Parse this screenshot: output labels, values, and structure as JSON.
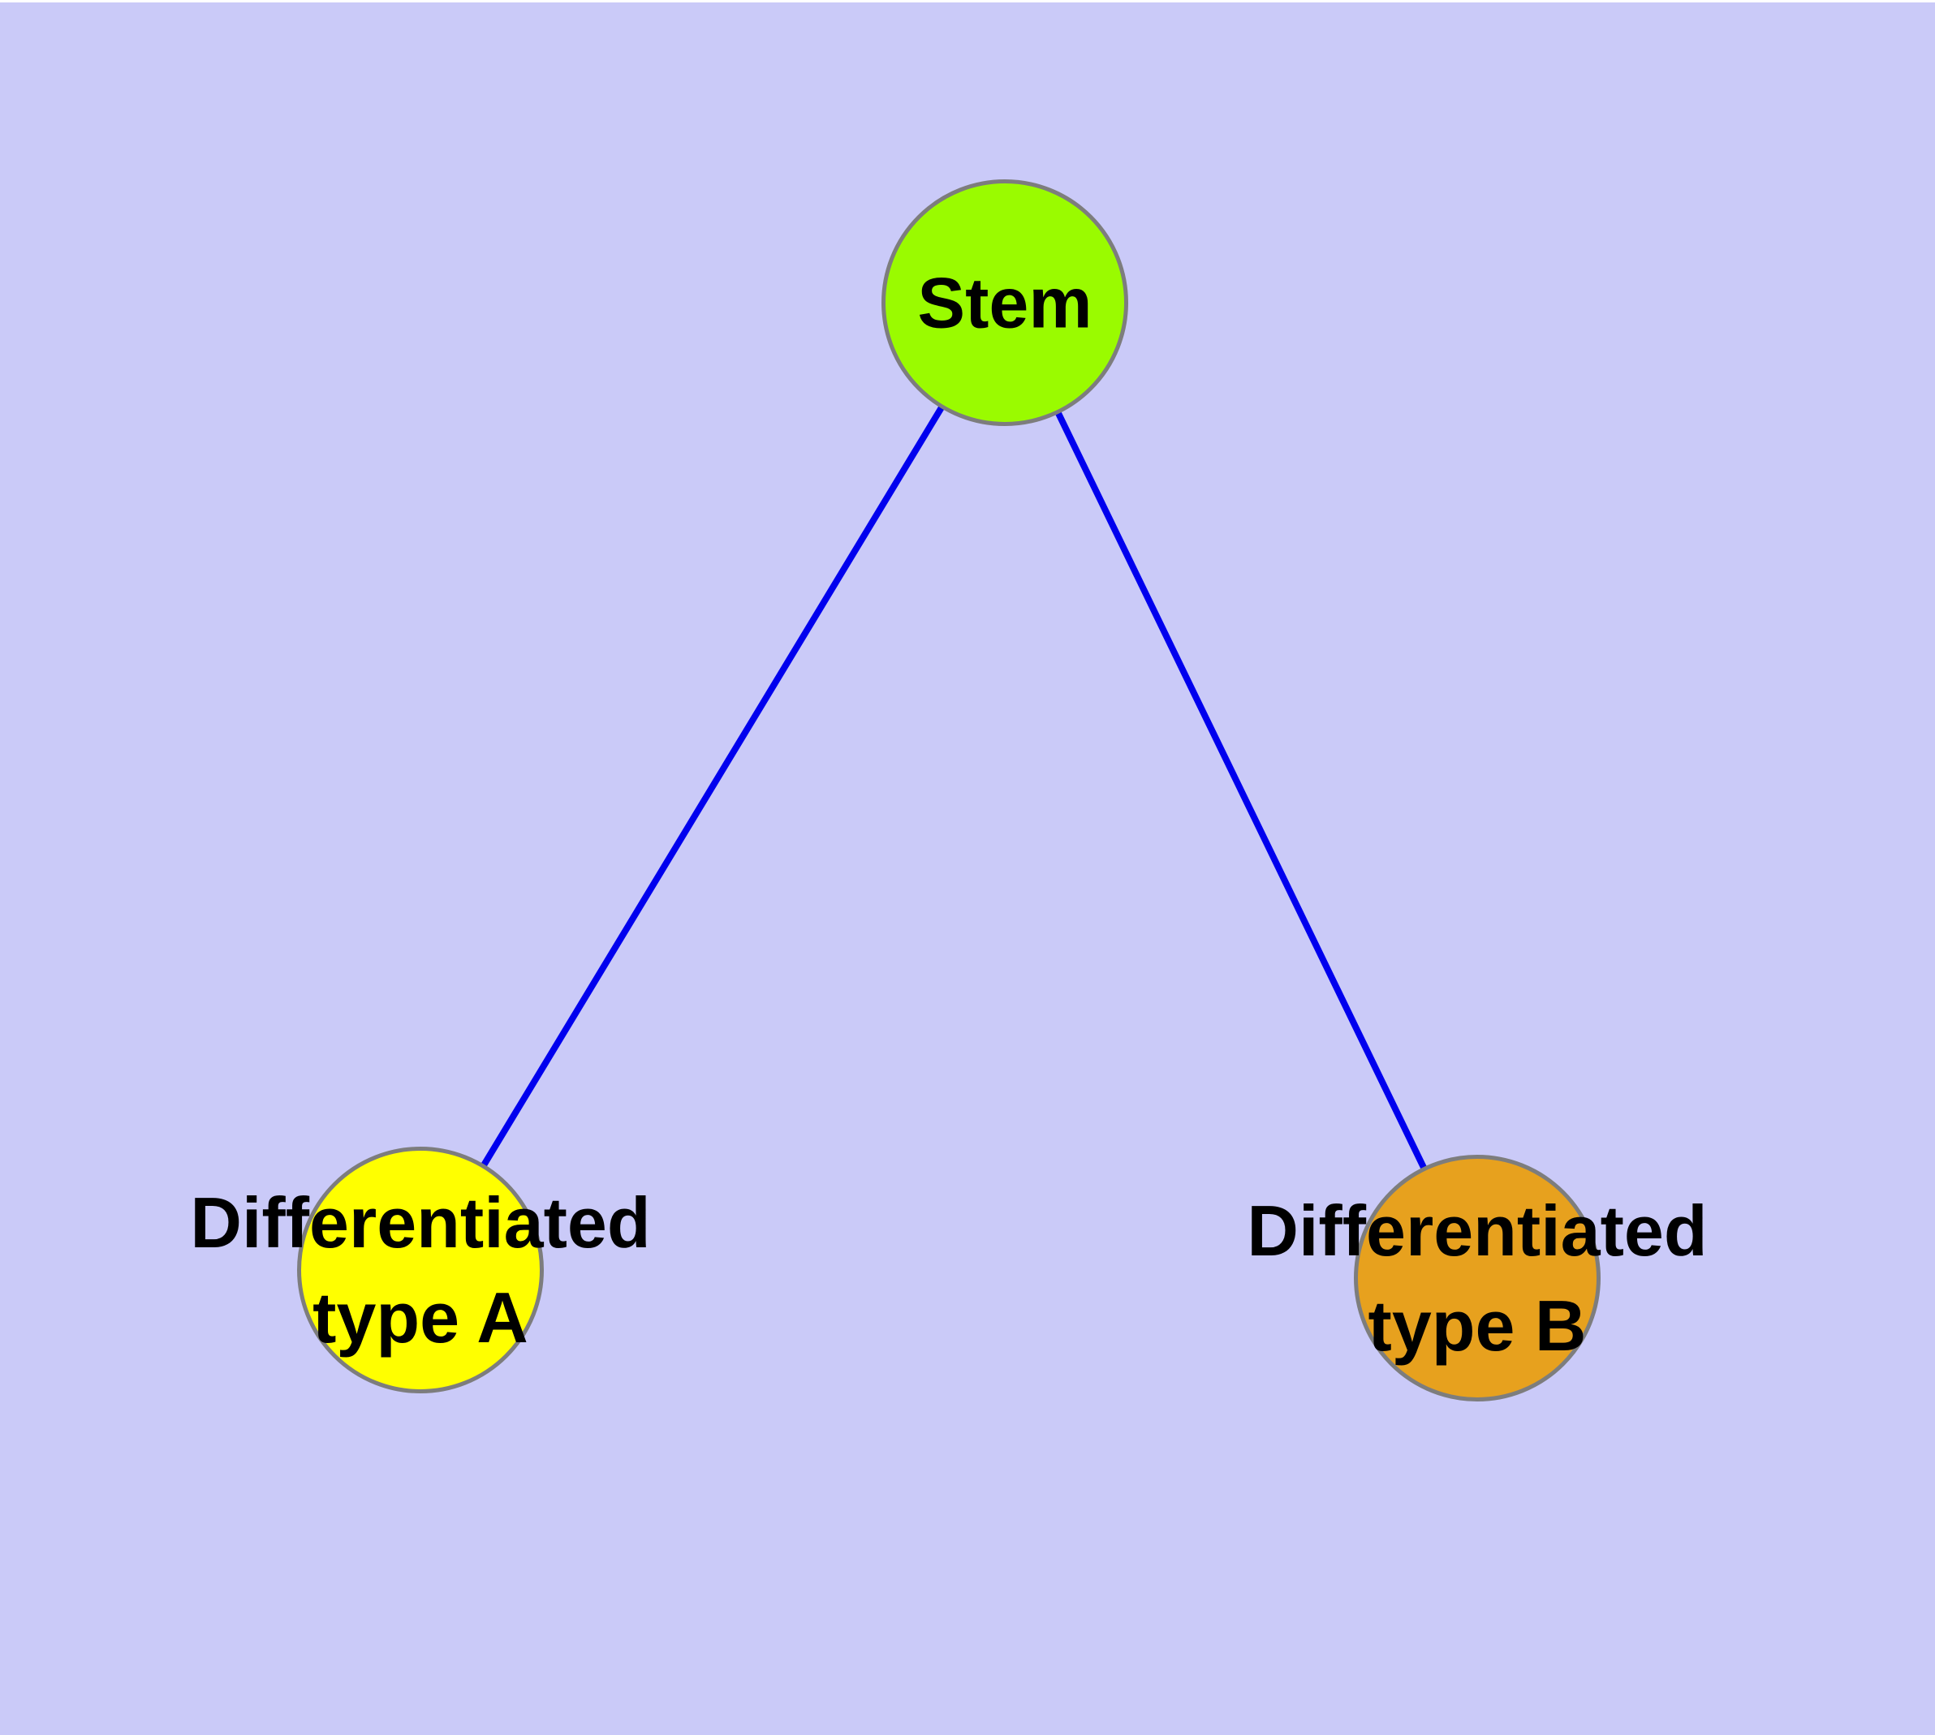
{
  "diagram": {
    "nodes": [
      {
        "id": "stem",
        "label": "Stem"
      },
      {
        "id": "differentiated-type-a",
        "label_line1": "Differentiated",
        "label_line2": "type A"
      },
      {
        "id": "differentiated-type-b",
        "label_line1": "Differentiated",
        "label_line2": "type B"
      }
    ],
    "edges": [
      {
        "from": "Stem",
        "to": "Differentiated type A"
      },
      {
        "from": "Stem",
        "to": "Differentiated type B"
      }
    ]
  },
  "colors": {
    "background": "#CACAF8",
    "top-strip": "#FFFFFF",
    "edge": "#0000EE",
    "node-border": "#7D7D7D",
    "node-stem-fill": "#9AFB00",
    "node-type-a-fill": "#FFFF00",
    "node-type-b-fill": "#E7A11E",
    "label-text": "#000000"
  }
}
